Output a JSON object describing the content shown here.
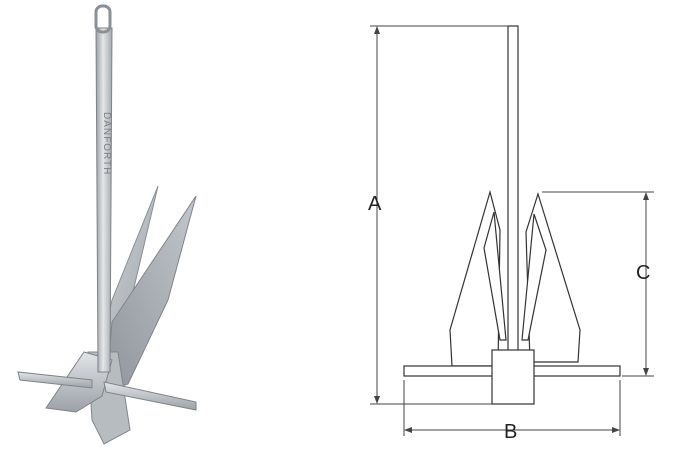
{
  "photo": {
    "shank_lettering": "DANFORTH"
  },
  "diagram": {
    "labels": {
      "a": "A",
      "b": "B",
      "c": "C"
    }
  },
  "colors": {
    "metal_light": "#d9dcdf",
    "metal_mid": "#b4b9be",
    "metal_dark": "#8a9096",
    "line": "#333333"
  }
}
